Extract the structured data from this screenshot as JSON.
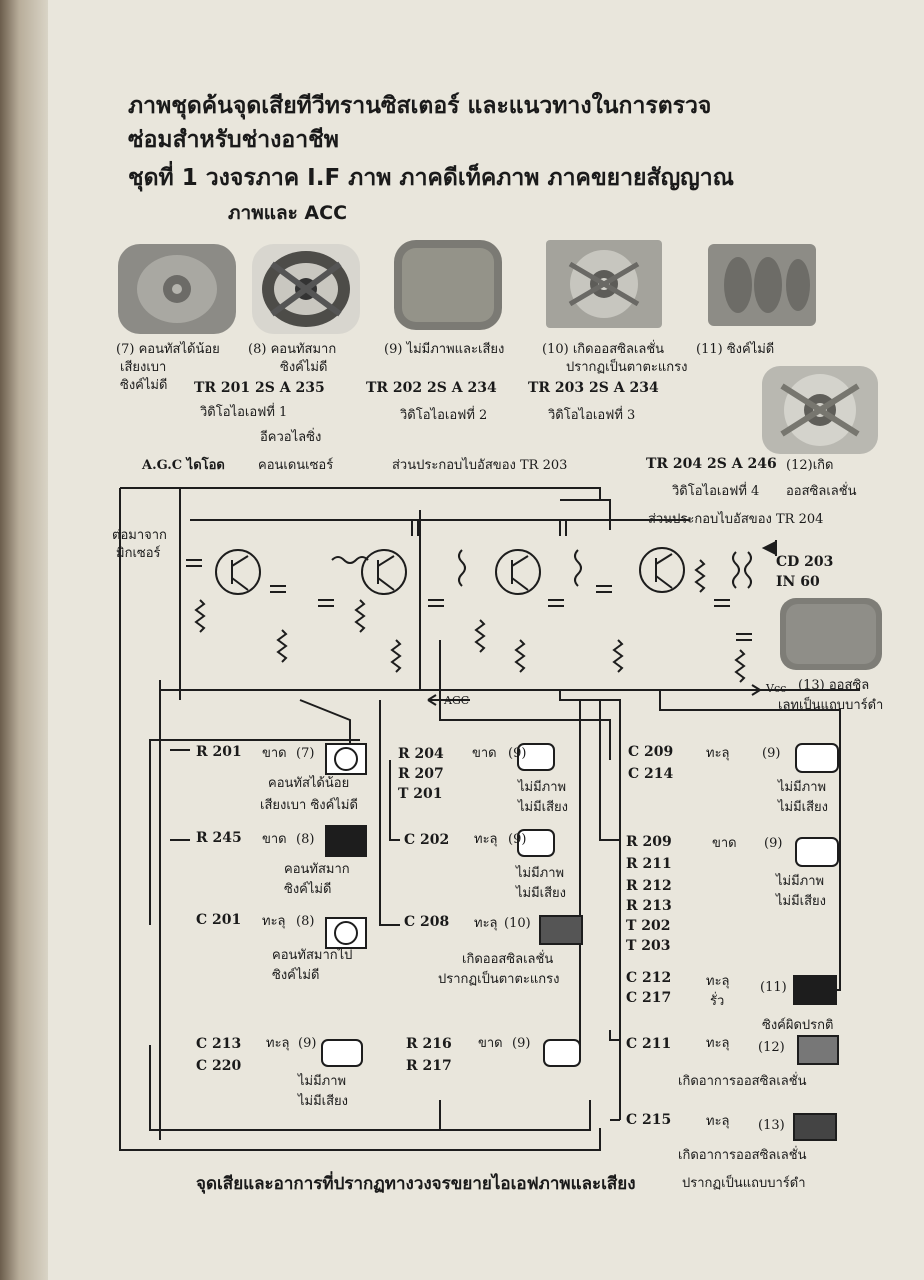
{
  "title": {
    "line1": "ภาพชุดค้นจุดเสียทีวีทรานซิสเตอร์ และแนวทางในการตรวจ",
    "line2": "ซ่อมสำหรับช่างอาชีพ",
    "line3": "ชุดที่ 1  วงจรภาค I.F ภาพ  ภาคดีเท็คภาพ  ภาคขยายสัญญาณ",
    "line4": "ภาพและ ACC"
  },
  "symptoms": [
    {
      "num": "(7)",
      "text": "คอนทัสได้น้อย",
      "text2": "เสียงเบา",
      "text3": "ซิงค์ไม่ดี"
    },
    {
      "num": "(8)",
      "text": "คอนทัสมาก",
      "text2": "ซิงค์ไม่ดี"
    },
    {
      "num": "(9)",
      "text": "ไม่มีภาพและเสียง"
    },
    {
      "num": "(10)",
      "text": "เกิดออสซิลเลชั่น",
      "text2": "ปรากฏเป็นตาตะแกรง"
    },
    {
      "num": "(11)",
      "text": "ซิงค์ไม่ดี"
    },
    {
      "num": "(12)",
      "text": "เกิด",
      "text2": "ออสซิลเลชั่น"
    },
    {
      "num": "(13)",
      "text": "ออสซิล",
      "text2": "เลทเป็นแถบบาร์ดำ"
    }
  ],
  "transistors": [
    {
      "code": "TR 201  2S A 235",
      "name": "วิดิโอไอเอฟที่ 1"
    },
    {
      "code": "TR 202  2S A 234",
      "name": "วิดิโอไอเอฟที่ 2"
    },
    {
      "code": "TR 203  2S A 234",
      "name": "วิดิโอไอเอฟที่ 3"
    },
    {
      "code": "TR 204  2S A 246",
      "name": "วิดิโอไอเอฟที่ 4"
    }
  ],
  "circuit_labels": {
    "coil": "อีควอไลซิ่ง",
    "coil2": "คอนเดนเซอร์",
    "agc_diode": "A.G.C ไดโอด",
    "bias_203": "ส่วนประกอบไบอัสของ TR 203",
    "bias_204": "ส่วนประกอบไบอัสของ TR 204",
    "mixer1": "ต่อมาจาก",
    "mixer2": "มิกเซอร์",
    "diode_code": "CD 203",
    "diode_code2": "IN 60",
    "agc": "AGC",
    "vcc": "Vcc"
  },
  "faults": {
    "r201": {
      "part": "R 201",
      "type": "ขาด",
      "num": "(7)",
      "desc1": "คอนทัสได้น้อย",
      "desc2": "เสียงเบา  ซิงค์ไม่ดี"
    },
    "r245": {
      "part": "R 245",
      "type": "ขาด",
      "num": "(8)",
      "desc1": "คอนทัสมาก",
      "desc2": "ซิงค์ไม่ดี"
    },
    "c201": {
      "part": "C 201",
      "type": "ทะลุ",
      "num": "(8)",
      "desc1": "คอนทัสมากไป",
      "desc2": "ซิงค์ไม่ดี"
    },
    "r204": {
      "part1": "R 204",
      "part2": "R 207",
      "part3": "T 201",
      "type": "ขาด",
      "num": "(9)",
      "desc1": "ไม่มีภาพ",
      "desc2": "ไม่มีเสียง"
    },
    "c202": {
      "part": "C 202",
      "type": "ทะลุ",
      "num": "(9)",
      "desc1": "ไม่มีภาพ",
      "desc2": "ไม่มีเสียง"
    },
    "c208": {
      "part": "C 208",
      "type": "ทะลุ",
      "num": "(10)",
      "desc1": "เกิดออสซิลเลชั่น",
      "desc2": "ปรากฏเป็นตาตะแกรง"
    },
    "c213": {
      "part1": "C 213",
      "part2": "C 220",
      "type": "ทะลุ",
      "num": "(9)",
      "desc1": "ไม่มีภาพ",
      "desc2": "ไม่มีเสียง"
    },
    "r216": {
      "part1": "R 216",
      "part2": "R 217",
      "type": "ขาด",
      "num": "(9)"
    },
    "c209": {
      "part1": "C 209",
      "part2": "C 214",
      "type": "ทะลุ",
      "num": "(9)",
      "desc1": "ไม่มีภาพ",
      "desc2": "ไม่มีเสียง"
    },
    "r209": {
      "parts": [
        "R 209",
        "R 211",
        "R 212",
        "R 213",
        "T 202",
        "T 203"
      ],
      "type": "ขาด",
      "num": "(9)",
      "desc1": "ไม่มีภาพ",
      "desc2": "ไม่มีเสียง"
    },
    "c212": {
      "part1": "C 212",
      "part2": "C 217",
      "type": "ทะลุ",
      "type2": "รั่ว",
      "num": "(11)",
      "desc1": "ซิงค์ผิดปรกติ"
    },
    "c211": {
      "part": "C 211",
      "type": "ทะลุ",
      "num": "(12)",
      "desc1": "เกิดอาการออสซิลเลชั่น"
    },
    "c215": {
      "part": "C 215",
      "type": "ทะลุ",
      "num": "(13)",
      "desc1": "เกิดอาการออสซิลเลชั่น",
      "desc2": "ปรากฏเป็นแถบบาร์ดำ"
    }
  },
  "caption": "จุดเสียและอาการที่ปรากฏทางวงจรขยายไอเอฟภาพและเสียง"
}
